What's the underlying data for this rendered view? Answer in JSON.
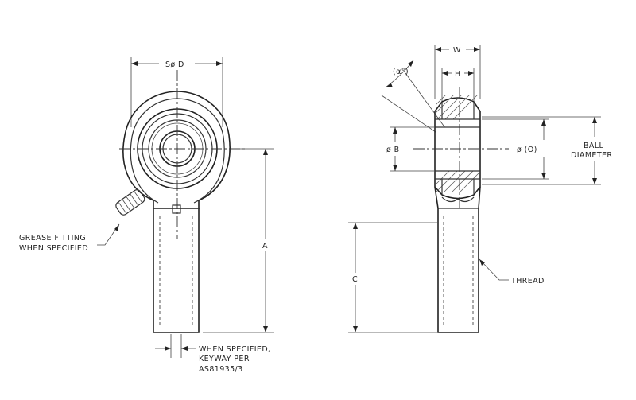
{
  "labels": {
    "sphere_dia": "Sø D",
    "dim_a": "A",
    "dim_w": "W",
    "dim_h": "H",
    "dim_b": "ø B",
    "dim_o": "ø (O)",
    "dim_c": "C",
    "angle": "(α°)",
    "ball_diameter_line1": "BALL",
    "ball_diameter_line2": "DIAMETER",
    "thread": "THREAD",
    "grease_line1": "GREASE FITTING",
    "grease_line2": "WHEN SPECIFIED",
    "keyway_line1": "WHEN SPECIFIED,",
    "keyway_line2": "KEYWAY PER",
    "keyway_line3": "AS81935/3"
  }
}
